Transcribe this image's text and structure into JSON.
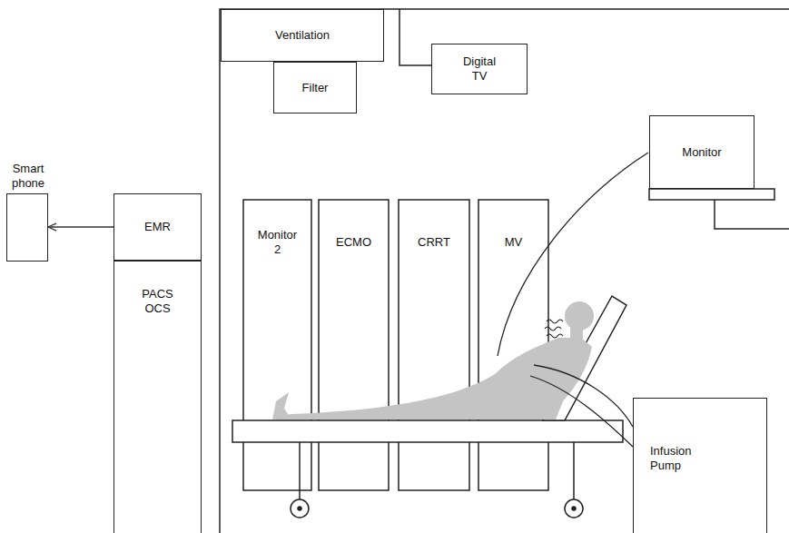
{
  "diagram": {
    "nodes": [
      {
        "text": [
          "Ventilation"
        ]
      },
      {
        "text": [
          "Filter"
        ]
      },
      {
        "text": [
          "Digital TV"
        ]
      },
      {
        "text": [
          "Smart phone"
        ]
      },
      {
        "text": [
          "EMR"
        ]
      },
      {
        "text": [
          "PACS OCS"
        ]
      },
      {
        "text": [
          "Monitor"
        ]
      },
      {
        "text": [
          "Monitor 2"
        ]
      },
      {
        "text": [
          "ECMO"
        ]
      },
      {
        "text": [
          "CRRT"
        ]
      },
      {
        "text": [
          "MV"
        ]
      },
      {
        "text": [
          "Infusion Pump"
        ]
      }
    ],
    "edges": [
      {
        "from": 4,
        "to": 3,
        "arrow": "to"
      }
    ]
  }
}
